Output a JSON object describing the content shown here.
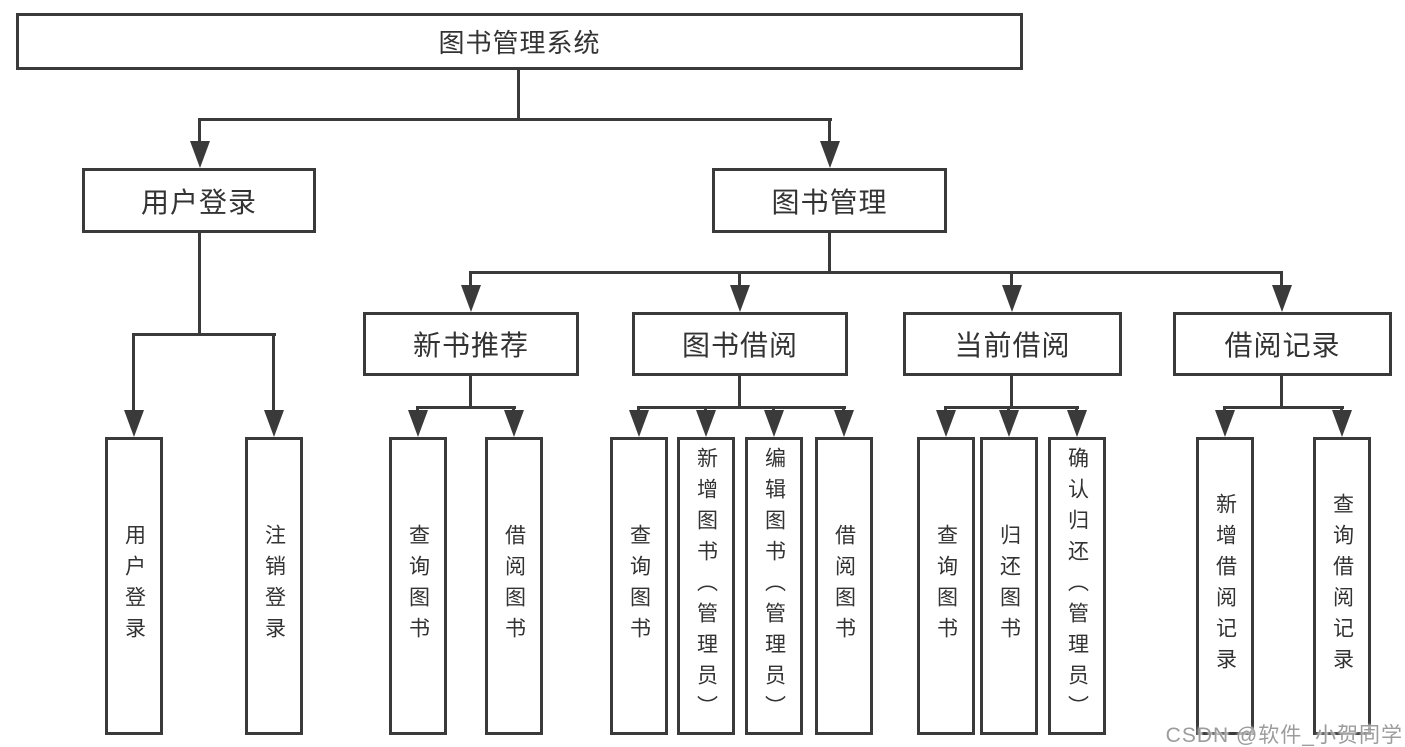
{
  "page": {
    "background": "#ffffff"
  },
  "diagram": {
    "type": "hierarchy-tree",
    "line_color": "#3a3a3a",
    "text_color": "#333333",
    "box_background": "#ffffff",
    "tree": {
      "label": "图书管理系统",
      "children": [
        {
          "label": "用户登录",
          "children": [
            {
              "label": "用户登录"
            },
            {
              "label": "注销登录"
            }
          ]
        },
        {
          "label": "图书管理",
          "children": [
            {
              "label": "新书推荐",
              "children": [
                {
                  "label": "查询图书"
                },
                {
                  "label": "借阅图书"
                }
              ]
            },
            {
              "label": "图书借阅",
              "children": [
                {
                  "label": "查询图书"
                },
                {
                  "label": "新增图书（管理员）"
                },
                {
                  "label": "编辑图书（管理员）"
                },
                {
                  "label": "借阅图书"
                }
              ]
            },
            {
              "label": "当前借阅",
              "children": [
                {
                  "label": "查询图书"
                },
                {
                  "label": "归还图书"
                },
                {
                  "label": "确认归还（管理员）"
                }
              ]
            },
            {
              "label": "借阅记录",
              "children": [
                {
                  "label": "新增借阅记录"
                },
                {
                  "label": "查询借阅记录"
                }
              ]
            }
          ]
        }
      ]
    }
  },
  "watermark": {
    "text": "CSDN @软件_小贺同学",
    "color": "#9c9c9c"
  }
}
